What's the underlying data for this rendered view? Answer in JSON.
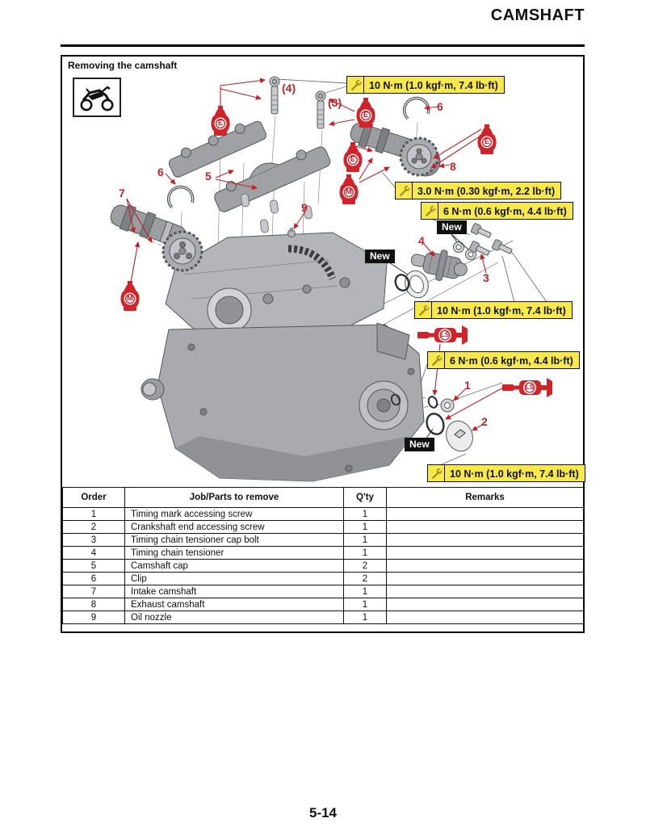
{
  "page": {
    "title": "CAMSHAFT",
    "page_number": "5-14"
  },
  "figure": {
    "caption": "Removing the camshaft",
    "torque_specs": [
      "10 N·m (1.0 kgf·m, 7.4 lb·ft)",
      "3.0 N·m (0.30 kgf·m, 2.2 lb·ft)",
      "6 N·m (0.6 kgf·m, 4.4 lb·ft)",
      "10 N·m (1.0 kgf·m, 7.4 lb·ft)",
      "6 N·m (0.6 kgf·m, 4.4 lb·ft)",
      "10 N·m (1.0 kgf·m, 7.4 lb·ft)"
    ],
    "callouts": [
      "(4)",
      "(3)",
      "6",
      "8",
      "6",
      "5",
      "7",
      "9",
      "4",
      "3",
      "1",
      "2"
    ],
    "new_label": "New",
    "symbols": {
      "engine_oil": "E",
      "molybdenum_oil": "M",
      "lithium_grease": "LS"
    },
    "colors": {
      "torque_bg": "#f7e84b",
      "accent_red": "#c42127",
      "tag_bg": "#111111"
    }
  },
  "table": {
    "headers": [
      "Order",
      "Job/Parts to remove",
      "Q'ty",
      "Remarks"
    ],
    "rows": [
      [
        "1",
        "Timing mark accessing screw",
        "1",
        ""
      ],
      [
        "2",
        "Crankshaft end accessing screw",
        "1",
        ""
      ],
      [
        "3",
        "Timing chain tensioner cap bolt",
        "1",
        ""
      ],
      [
        "4",
        "Timing chain tensioner",
        "1",
        ""
      ],
      [
        "5",
        "Camshaft cap",
        "2",
        ""
      ],
      [
        "6",
        "Clip",
        "2",
        ""
      ],
      [
        "7",
        "Intake camshaft",
        "1",
        ""
      ],
      [
        "8",
        "Exhaust camshaft",
        "1",
        ""
      ],
      [
        "9",
        "Oil nozzle",
        "1",
        ""
      ]
    ]
  }
}
